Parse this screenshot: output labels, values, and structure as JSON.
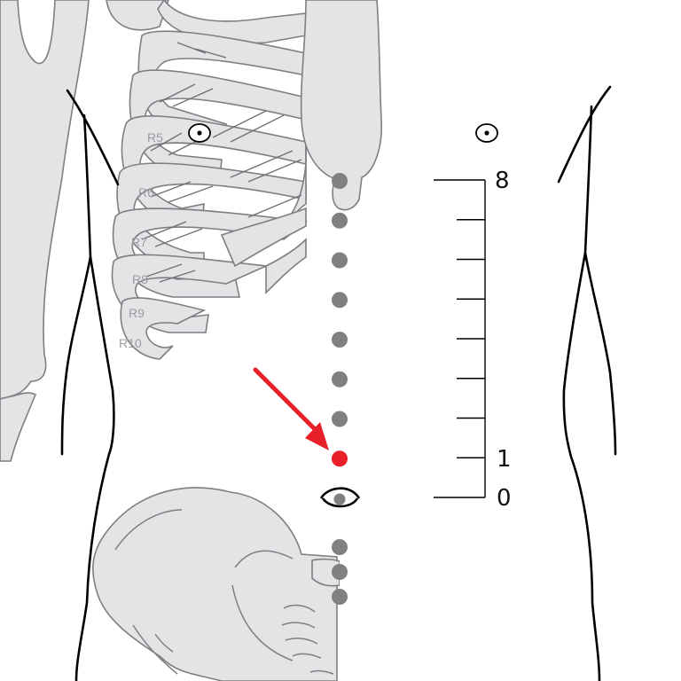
{
  "ribs": [
    {
      "id": "R5",
      "label": "R5"
    },
    {
      "id": "R6",
      "label": "R6"
    },
    {
      "id": "R7",
      "label": "R7"
    },
    {
      "id": "R8",
      "label": "R8"
    },
    {
      "id": "R9",
      "label": "R9"
    },
    {
      "id": "R10",
      "label": "R10"
    }
  ],
  "scale": {
    "top_label": "8",
    "one_label": "1",
    "zero_label": "0",
    "divisions": 8
  },
  "midline_points": {
    "above_umbilicus_count": 8,
    "below_umbilicus_count": 3,
    "highlighted_step": 1,
    "point_color": "#808080",
    "highlight_color": "#e8202a"
  },
  "arrow": {
    "color": "#e8202a"
  },
  "icons": {
    "nipple": "nipple-icon",
    "umbilicus": "umbilicus-icon"
  }
}
